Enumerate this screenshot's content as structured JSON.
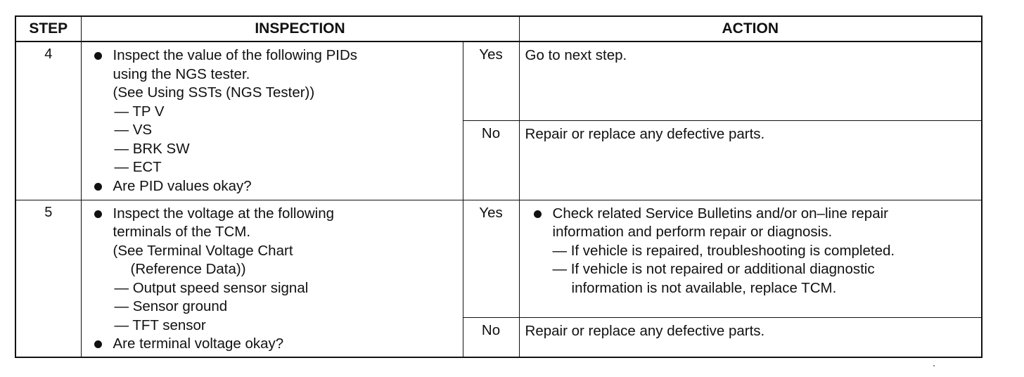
{
  "headers": {
    "step": "STEP",
    "inspection": "INSPECTION",
    "action": "ACTION"
  },
  "step4": {
    "step": "4",
    "inspection": {
      "bullet1_l1": "Inspect the value of the following PIDs",
      "bullet1_l2": "using the NGS tester.",
      "ref": "(See Using SSTs (NGS Tester))",
      "items": [
        "— TP V",
        "— VS",
        "— BRK SW",
        "— ECT"
      ],
      "bullet2": "Are PID values okay?"
    },
    "yes": "Yes",
    "yes_action": "Go to next step.",
    "no": "No",
    "no_action": "Repair or replace any defective parts."
  },
  "step5": {
    "step": "5",
    "inspection": {
      "bullet1_l1": "Inspect the voltage at the following",
      "bullet1_l2": "terminals of the TCM.",
      "ref_l1": "(See Terminal Voltage Chart",
      "ref_l2": "(Reference Data))",
      "items": [
        "— Output speed sensor signal",
        "— Sensor ground",
        "— TFT sensor"
      ],
      "bullet2": "Are terminal voltage okay?"
    },
    "yes": "Yes",
    "yes_action": {
      "l1": "Check related Service Bulletins and/or on–line repair",
      "l2": "information and perform repair or diagnosis.",
      "l3": "— If vehicle is repaired, troubleshooting is completed.",
      "l4": "— If vehicle is not repaired or additional diagnostic",
      "l5": "information is not available, replace TCM."
    },
    "no": "No",
    "no_action": "Repair or replace any defective parts."
  }
}
